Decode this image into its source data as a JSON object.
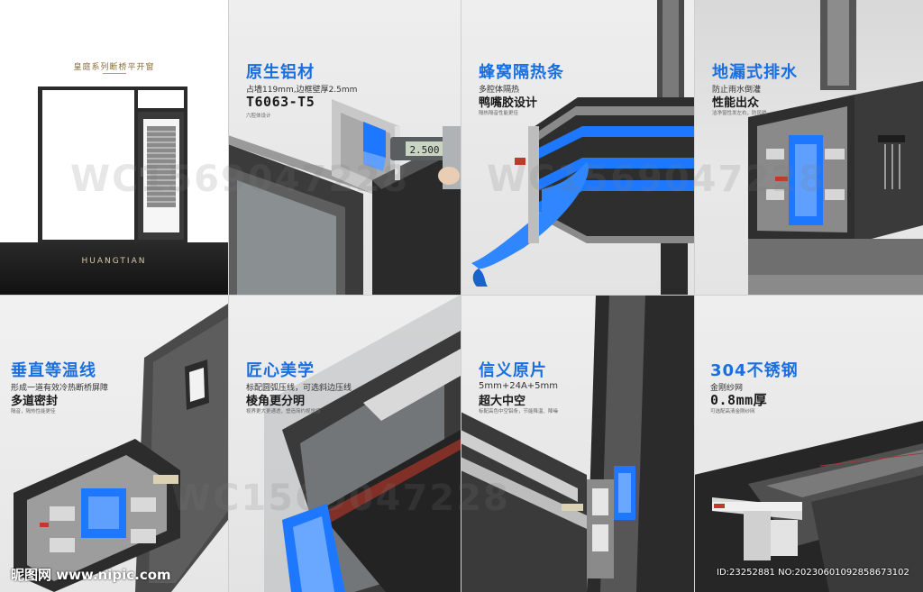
{
  "panel1": {
    "title": "皇庭系列断桥平开窗",
    "brand": "HUANGTIAN"
  },
  "panel2": {
    "title": "原生铝材",
    "line1": "占墙119mm,边框壁厚2.5mm",
    "line2": "T6063-T5",
    "line3": "六腔体设计",
    "caliper": "2.500"
  },
  "panel3": {
    "title": "蜂窝隔热条",
    "line1": "多腔体隔热",
    "line2": "鸭嘴胶设计",
    "line3": "隔热隔音性能更佳"
  },
  "panel4": {
    "title": "地漏式排水",
    "line1": "防止雨水倒灌",
    "line2": "性能出众",
    "line3": "洁净窗性发左右，防风哨"
  },
  "panel5": {
    "title": "垂直等温线",
    "line1": "形成一道有效冷热断桥屏障",
    "line2": "多道密封",
    "line3": "隔音，隔热性能更佳"
  },
  "panel6": {
    "title": "匠心美学",
    "line1": "标配圆弧压线，可选斜边压线",
    "line2": "棱角更分明",
    "line3": "视界更大更通透，塑造简约视觉感"
  },
  "panel7": {
    "title": "信义原片",
    "line1": "5mm+24A+5mm",
    "line2": "超大中空",
    "line3": "标配高色中空铝条，节能降温、降噪"
  },
  "panel8": {
    "title": "304不锈钢",
    "line1": "金刚纱网",
    "line2": "0.8mm厚",
    "line3": "可选配高清金刚纱网"
  },
  "watermarks": [
    "WC1569047228",
    "WC1569047228",
    "WC1569047228"
  ],
  "footer": {
    "site": "昵图网 www.nipic.com",
    "id": "ID:23252881 NO:20230601092858673102"
  },
  "colors": {
    "accent": "#1a6fe0",
    "frame_dark": "#2b2b2b",
    "insulation_blue": "#1e78ff"
  }
}
